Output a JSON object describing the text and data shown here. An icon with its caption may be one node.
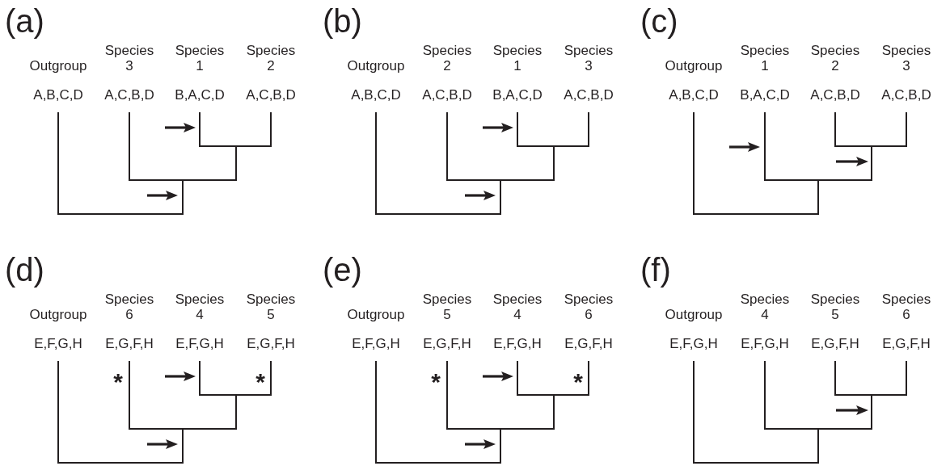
{
  "diagram": {
    "nodes": [
      {
        "text": [
          "Outgroup",
          "A,B,C,D"
        ]
      },
      {
        "text": [
          "Species 3",
          "A,C,B,D"
        ]
      },
      {
        "text": [
          "Species 1",
          "B,A,C,D"
        ]
      },
      {
        "text": [
          "Species 2",
          "A,C,B,D"
        ]
      },
      {
        "text": [],
        "shape": "bar"
      },
      {
        "text": [],
        "shape": "bar"
      },
      {
        "text": [],
        "shape": "bar"
      },
      {
        "text": [
          "Outgroup",
          "A,B,C,D"
        ]
      },
      {
        "text": [
          "Species 2",
          "A,C,B,D"
        ]
      },
      {
        "text": [
          "Species 1",
          "B,A,C,D"
        ]
      },
      {
        "text": [
          "Species 3",
          "A,C,B,D"
        ]
      },
      {
        "text": [],
        "shape": "bar"
      },
      {
        "text": [],
        "shape": "bar"
      },
      {
        "text": [],
        "shape": "bar"
      },
      {
        "text": [
          "Outgroup",
          "A,B,C,D"
        ]
      },
      {
        "text": [
          "Species 1",
          "B,A,C,D"
        ]
      },
      {
        "text": [
          "Species 2",
          "A,C,B,D"
        ]
      },
      {
        "text": [
          "Species 3",
          "A,C,B,D"
        ]
      },
      {
        "text": [],
        "shape": "bar"
      },
      {
        "text": [],
        "shape": "bar"
      },
      {
        "text": [],
        "shape": "bar"
      },
      {
        "text": [
          "Outgroup",
          "E,F,G,H"
        ]
      },
      {
        "text": [
          "Species 6",
          "E,G,F,H"
        ]
      },
      {
        "text": [
          "Species 4",
          "E,F,G,H"
        ]
      },
      {
        "text": [
          "Species 5",
          "E,G,F,H"
        ]
      },
      {
        "text": [],
        "shape": "bar"
      },
      {
        "text": [],
        "shape": "bar"
      },
      {
        "text": [],
        "shape": "bar"
      },
      {
        "text": [
          "Outgroup",
          "E,F,G,H"
        ]
      },
      {
        "text": [
          "Species 5",
          "E,G,F,H"
        ]
      },
      {
        "text": [
          "Species 4",
          "E,F,G,H"
        ]
      },
      {
        "text": [
          "Species 6",
          "E,G,F,H"
        ]
      },
      {
        "text": [],
        "shape": "bar"
      },
      {
        "text": [],
        "shape": "bar"
      },
      {
        "text": [],
        "shape": "bar"
      },
      {
        "text": [
          "Outgroup",
          "E,F,G,H"
        ]
      },
      {
        "text": [
          "Species 4",
          "E,F,G,H"
        ]
      },
      {
        "text": [
          "Species 5",
          "E,G,F,H"
        ]
      },
      {
        "text": [
          "Species 6",
          "E,G,F,H"
        ]
      },
      {
        "text": [],
        "shape": "bar"
      },
      {
        "text": [],
        "shape": "bar"
      },
      {
        "text": [],
        "shape": "bar"
      }
    ],
    "edges": [
      {
        "from": 4,
        "to": 2,
        "arrow": "none"
      },
      {
        "from": 4,
        "to": 3,
        "arrow": "none"
      },
      {
        "from": 5,
        "to": 1,
        "arrow": "none"
      },
      {
        "from": 5,
        "to": 4,
        "arrow": "none"
      },
      {
        "from": 6,
        "to": 0,
        "arrow": "none"
      },
      {
        "from": 6,
        "to": 5,
        "arrow": "none"
      },
      {
        "from": 11,
        "to": 9,
        "arrow": "none"
      },
      {
        "from": 11,
        "to": 10,
        "arrow": "none"
      },
      {
        "from": 12,
        "to": 8,
        "arrow": "none"
      },
      {
        "from": 12,
        "to": 11,
        "arrow": "none"
      },
      {
        "from": 13,
        "to": 7,
        "arrow": "none"
      },
      {
        "from": 13,
        "to": 12,
        "arrow": "none"
      },
      {
        "from": 18,
        "to": 16,
        "arrow": "none"
      },
      {
        "from": 18,
        "to": 17,
        "arrow": "none"
      },
      {
        "from": 19,
        "to": 15,
        "arrow": "none"
      },
      {
        "from": 19,
        "to": 18,
        "arrow": "none"
      },
      {
        "from": 20,
        "to": 14,
        "arrow": "none"
      },
      {
        "from": 20,
        "to": 19,
        "arrow": "none"
      },
      {
        "from": 25,
        "to": 23,
        "arrow": "none"
      },
      {
        "from": 25,
        "to": 24,
        "arrow": "none"
      },
      {
        "from": 26,
        "to": 22,
        "arrow": "none"
      },
      {
        "from": 26,
        "to": 25,
        "arrow": "none"
      },
      {
        "from": 27,
        "to": 21,
        "arrow": "none"
      },
      {
        "from": 27,
        "to": 26,
        "arrow": "none"
      },
      {
        "from": 32,
        "to": 30,
        "arrow": "none"
      },
      {
        "from": 32,
        "to": 31,
        "arrow": "none"
      },
      {
        "from": 33,
        "to": 29,
        "arrow": "none"
      },
      {
        "from": 33,
        "to": 32,
        "arrow": "none"
      },
      {
        "from": 34,
        "to": 28,
        "arrow": "none"
      },
      {
        "from": 34,
        "to": 33,
        "arrow": "none"
      },
      {
        "from": 39,
        "to": 37,
        "arrow": "none"
      },
      {
        "from": 39,
        "to": 38,
        "arrow": "none"
      },
      {
        "from": 40,
        "to": 36,
        "arrow": "none"
      },
      {
        "from": 40,
        "to": 39,
        "arrow": "none"
      },
      {
        "from": 41,
        "to": 35,
        "arrow": "none"
      },
      {
        "from": 41,
        "to": 40,
        "arrow": "none"
      }
    ],
    "labels": [
      "(a)",
      "(b)",
      "(c)",
      "(d)",
      "*",
      "*",
      "(e)",
      "*",
      "*",
      "(f)"
    ]
  }
}
